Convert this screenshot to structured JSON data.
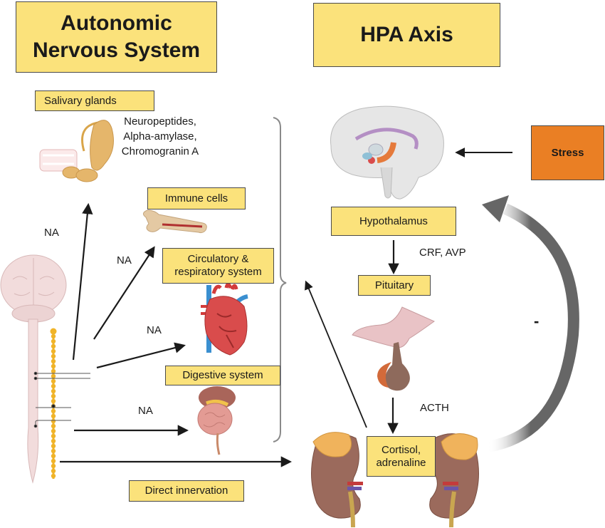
{
  "titles": {
    "ans": "Autonomic\nNervous System",
    "ans_line1": "Autonomic",
    "ans_line2": "Nervous System",
    "hpa": "HPA Axis"
  },
  "ans_targets": {
    "salivary": "Salivary glands",
    "salivary_products_line1": "Neuropeptides,",
    "salivary_products_line2": "Alpha-amylase,",
    "salivary_products_line3": "Chromogranin A",
    "immune": "Immune cells",
    "circulatory_line1": "Circulatory &",
    "circulatory_line2": "respiratory system",
    "digestive": "Digestive system",
    "direct": "Direct innervation"
  },
  "arrow_labels": {
    "na1": "NA",
    "na2": "NA",
    "na3": "NA",
    "na4": "NA",
    "crf": "CRF, AVP",
    "acth": "ACTH",
    "feedback": "-"
  },
  "hpa": {
    "hypothalamus": "Hypothalamus",
    "pituitary": "Pituitary",
    "output_line1": "Cortisol,",
    "output_line2": "adrenaline",
    "stress": "Stress"
  },
  "colors": {
    "box_fill": "#fbe27b",
    "stress_fill": "#ea7f24",
    "feedback_arrow": "#666666",
    "bracket": "#8a8a8a"
  }
}
